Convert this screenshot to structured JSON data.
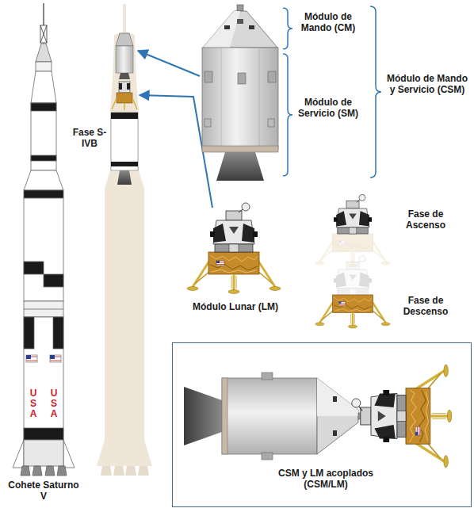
{
  "diagram": {
    "nodes": [
      {
        "text": [
          "CSM y LM acoplados (CSM/LM)"
        ]
      }
    ],
    "labels": [
      "Módulo de Mando (CM)",
      "Módulo de Servicio (SM)",
      "Módulo de Mando y Servicio (CSM)",
      "Fase S-IVB",
      "Fase de Ascenso",
      "Módulo Lunar (LM)",
      "Fase de Descenso",
      "USA",
      "USA",
      "Cohete Saturno V"
    ]
  }
}
